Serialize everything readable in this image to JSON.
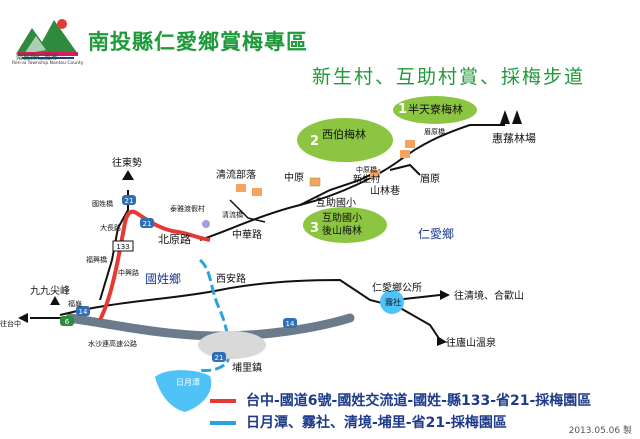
{
  "header": {
    "title": "南投縣仁愛鄉賞梅專區",
    "subtitle": "新生村、互助村賞、採梅步道",
    "logo_text": "南投縣仁愛鄉",
    "logo_sub": "Ren-ai Township Nantou County"
  },
  "labels": {
    "xinsheng": "新生村",
    "zhongyuan": "中原",
    "banyan": "半天寮梅林",
    "num1": "1",
    "xibo": "西伯梅林",
    "num2": "2",
    "huisun": "惠蓀林場",
    "wangdongshi": "往東勢",
    "qingliu_village": "清流部落",
    "taiya": "泰雅渡假村",
    "qingliu_bridge": "清流橋",
    "zhongyuan_bridge": "中原橋",
    "meiyuan_bridge": "眉原橋",
    "meiyuan": "眉原",
    "shanlin": "山林巷",
    "huzhu_school": "互助國小",
    "huzhu_school_hill": "互助國小",
    "houshan": "後山梅林",
    "num3": "3",
    "renai": "仁愛鄉",
    "zhonghua_rd": "中華路",
    "beiyuan_rd": "北原路",
    "guoxing_bridge": "國姓橋",
    "daqiao_rd": "大長路",
    "fuxing_bridge": "福興橋",
    "zhongxing_rd": "中興路",
    "guoxing": "國姓鄉",
    "xian_rd": "西安路",
    "jiujiu": "九九尖峰",
    "fugui": "福龜",
    "wangtaizhong": "往台中",
    "freeway": "水沙連高速公路",
    "puli": "埔里鎮",
    "sunmoon": "日月潭",
    "renai_office": "仁愛鄉公所",
    "wushe": "霧社",
    "wang_qingjing": "往清境、合歡山",
    "wang_lushan": "往廬山溫泉",
    "shield_21a": "21",
    "shield_21b": "21",
    "shield_21c": "21",
    "shield_14a": "14",
    "shield_14b": "14",
    "shield_6": "6",
    "shield_133": "133"
  },
  "legend": {
    "red_route": "台中-國道6號-國姓交流道-國姓-縣133-省21-採梅園區",
    "blue_route": "日月潭、霧社、清境-埔里-省21-採梅園區",
    "red_color": "#e53935",
    "blue_color": "#29a3dc"
  },
  "colors": {
    "green_text": "#1f9a3a",
    "meadow": "#8bc541",
    "road": "#111111",
    "freeway": "#6b7b8c"
  },
  "footer": {
    "date": "2013.05.06 製"
  }
}
